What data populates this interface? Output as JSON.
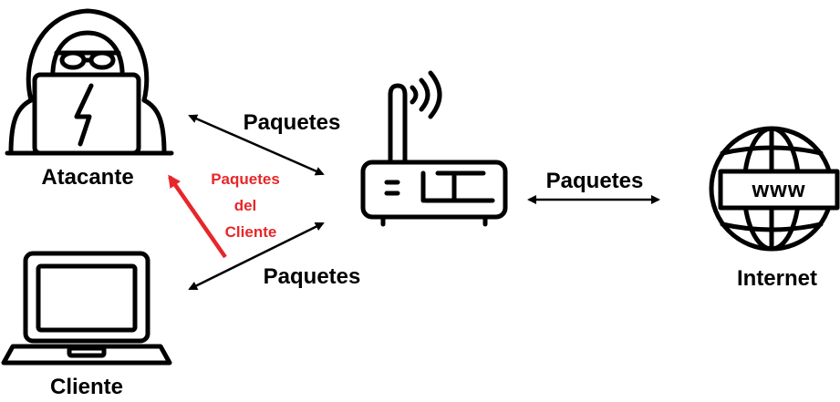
{
  "nodes": {
    "attacker": {
      "label": "Atacante",
      "icon": "hacker-with-laptop-icon"
    },
    "client": {
      "label": "Cliente",
      "icon": "laptop-icon"
    },
    "router": {
      "label": "",
      "icon": "wifi-router-icon"
    },
    "internet": {
      "label": "Internet",
      "icon": "globe-www-icon",
      "badge": "www"
    }
  },
  "edges": {
    "attacker_router": "Paquetes",
    "client_router": "Paquetes",
    "router_internet": "Paquetes",
    "client_to_attacker": [
      "Paquetes",
      "del",
      "Cliente"
    ]
  },
  "colors": {
    "stroke": "#000000",
    "intercept": "#e8262a",
    "background": "#ffffff"
  }
}
